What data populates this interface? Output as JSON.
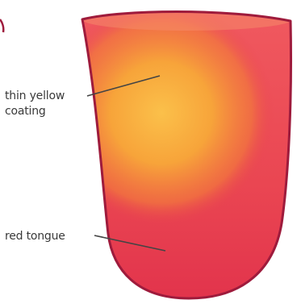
{
  "labels": {
    "coating_line1": "thin yellow",
    "coating_line2": "coating",
    "red_tongue": "red tongue"
  },
  "colors": {
    "outline": "#9e1b3c",
    "body_red": "#e8404f",
    "coating_orange": "#f7a43a",
    "coating_core": "#fbc04a",
    "leader_line": "#444444",
    "label_text": "#3a3a3a"
  }
}
